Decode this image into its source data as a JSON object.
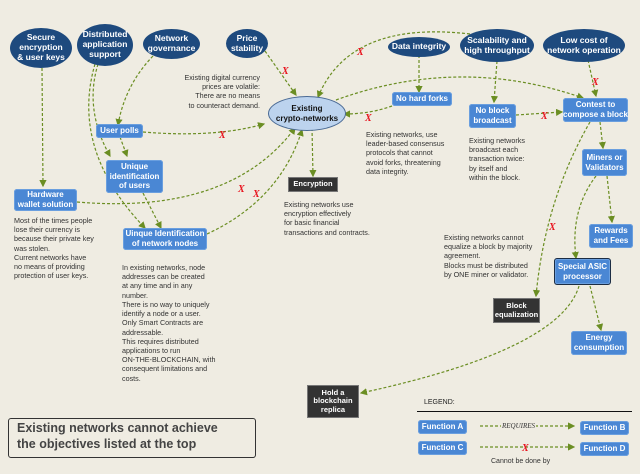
{
  "colors": {
    "background": "#efece2",
    "goal": "#1e4a7e",
    "function": "#4a87d4",
    "existing": "#bcd3ee",
    "capability": "#333333",
    "link": "#6b8e23",
    "cross": "#e8141e"
  },
  "goals": {
    "secure_encryption": "Secure\nencryption\n& user keys",
    "distributed_apps": "Distributed\napplication\nsupport",
    "network_governance": "Network\ngovernance",
    "price_stability": "Price\nstability",
    "data_integrity": "Data integrity",
    "scalability": "Scalability and\nhigh throughput",
    "low_cost": "Low cost of\nnetwork operation"
  },
  "center": {
    "label": "Existing\ncrypto-networks"
  },
  "functions": {
    "user_polls": "User polls",
    "unique_users": "Unique\nidentification\nof users",
    "hardware_wallet": "Hardware\nwallet solution",
    "unique_nodes": "Uinque Identification\nof network nodes",
    "no_hard_forks": "No hard forks",
    "no_block_broadcast": "No block\nbroadcast",
    "contest_block": "Contest to\ncompose a block",
    "miners_validators": "Miners or\nValidators",
    "rewards_fees": "Rewards\nand Fees",
    "special_asic": "Special ASIC\nprocessor",
    "energy": "Energy\nconsumption"
  },
  "capabilities": {
    "encryption": "Encryption",
    "block_equalization": "Block\nequalization",
    "hold_replica": "Hold a\nblockchain\nreplica"
  },
  "notes": {
    "price": "Existing digital currency\nprices are volatile:\nThere are no means\nto counteract demand.",
    "forks": "Existing networks, use\nleader-based consensus\nprotocols that cannot\navoid forks, threatening\ndata integrity.",
    "broadcast": "Existing networks\nbroadcast each\ntransaction twice:\nby itself and\nwithin the block.",
    "encryption": "Existing networks use\nencryption effectively\nfor basic financial\ntransactions and contracts.",
    "keys": "Most of the times people\nlose their currency is\nbecause their private key\nwas stolen.\nCurrent networks have\nno means of providing\nprotection of user keys.",
    "nodes": "In existing networks, node\naddresses can be created\nat any time and in any\nnumber.\nThere is no way to uniquely\nidentify a node or a user.\nOnly Smart Contracts are\naddressable.\nThis requires distributed\napplications to run\nON-THE-BLOCKCHAIN, with\nconsequent limitations and\ncosts.",
    "equalize": "Existing networks cannot\nequalize a block by majority\nagreement.\nBlocks must be distributed\nby ONE miner or validator."
  },
  "conclusion": "Existing networks cannot achieve\nthe objectives listed at the top",
  "legend": {
    "title": "LEGEND:",
    "function_a": "Function A",
    "function_b": "Function B",
    "function_c": "Function C",
    "function_d": "Function D",
    "requires": "REQUIRES",
    "cannot": "Cannot be done by",
    "cross_mark": "X"
  }
}
